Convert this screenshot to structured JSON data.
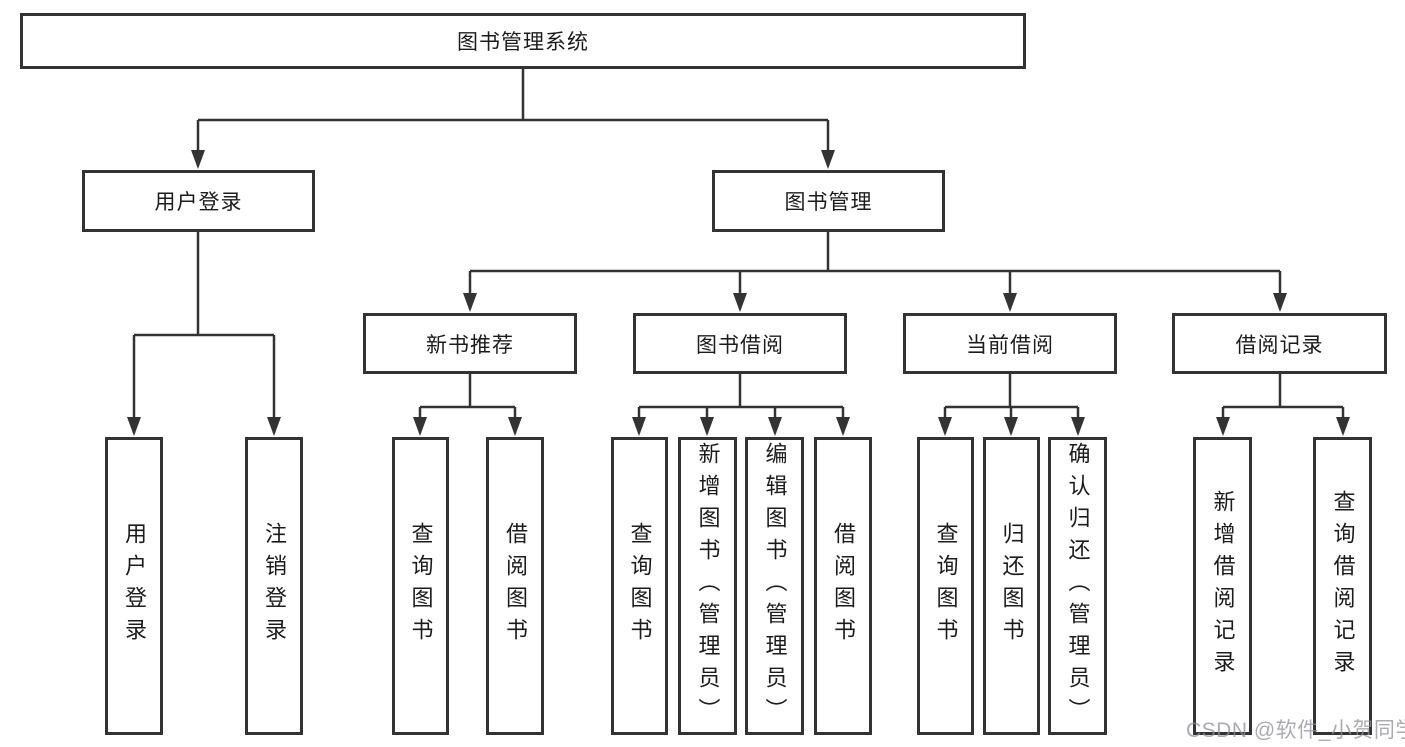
{
  "diagram": {
    "type": "hierarchy-tree",
    "title": "图书管理系统",
    "tree": {
      "图书管理系统": {
        "用户登录": [
          "用户登录",
          "注销登录"
        ],
        "图书管理": {
          "新书推荐": [
            "查询图书",
            "借阅图书"
          ],
          "图书借阅": [
            "查询图书",
            "新增图书（管理员）",
            "编辑图书（管理员）",
            "借阅图书"
          ],
          "当前借阅": [
            "查询图书",
            "归还图书",
            "确认归还（管理员）"
          ],
          "借阅记录": [
            "新增借阅记录",
            "查询借阅记录"
          ]
        }
      }
    },
    "nodes": {
      "root": "图书管理系统",
      "user_login": "用户登录",
      "book_mgmt": "图书管理",
      "new_books": "新书推荐",
      "borrowing": "图书借阅",
      "current": "当前借阅",
      "records": "借阅记录",
      "leaf_login": "用户登录",
      "leaf_logout": "注销登录",
      "nb_query": "查询图书",
      "nb_borrow": "借阅图书",
      "bw_query": "查询图书",
      "bw_add": "新增图书（管理员）",
      "bw_edit": "编辑图书（管理员）",
      "bw_borrow": "借阅图书",
      "cu_query": "查询图书",
      "cu_return": "归还图书",
      "cu_confirm": "确认归还（管理员）",
      "rc_add": "新增借阅记录",
      "rc_query": "查询借阅记录"
    },
    "line_color": "#333333",
    "text_color": "#1c1c1c"
  },
  "watermark": {
    "text": "CSDN @软件_小贺同学",
    "color": "#8f8f97"
  }
}
